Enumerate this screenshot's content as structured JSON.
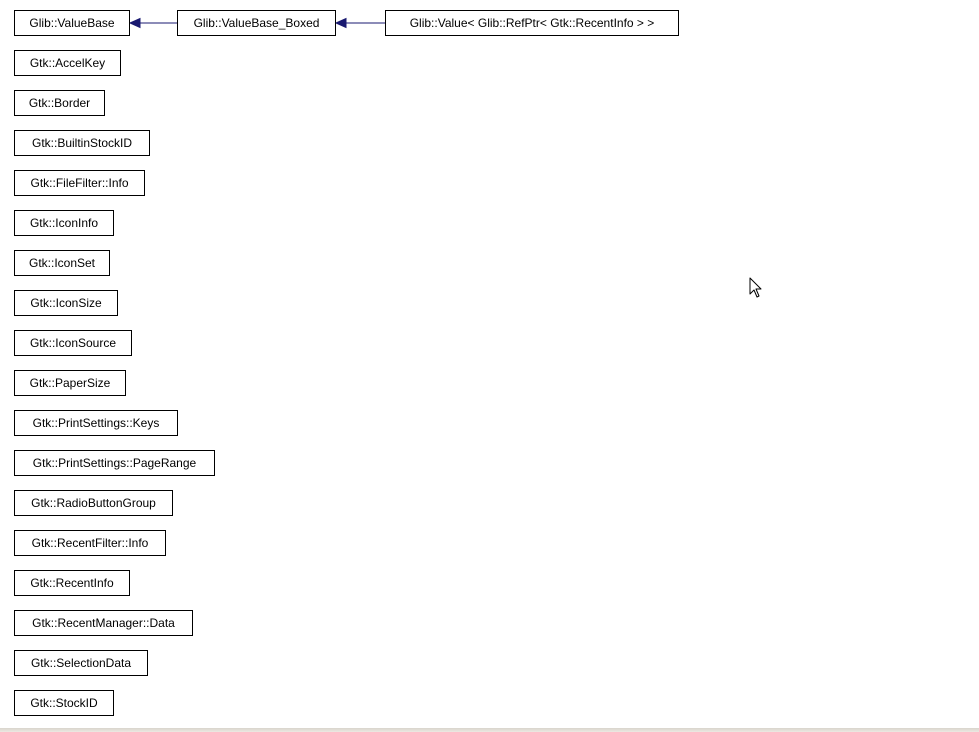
{
  "diagram": {
    "nodes": [
      {
        "id": "glib-valuebase",
        "label": "Glib::ValueBase"
      },
      {
        "id": "glib-valuebase-boxed",
        "label": "Glib::ValueBase_Boxed"
      },
      {
        "id": "glib-value-refptr-recentinfo",
        "label": "Glib::Value< Glib::RefPtr< Gtk::RecentInfo > >"
      },
      {
        "id": "gtk-accelkey",
        "label": "Gtk::AccelKey"
      },
      {
        "id": "gtk-border",
        "label": "Gtk::Border"
      },
      {
        "id": "gtk-builtinstockid",
        "label": "Gtk::BuiltinStockID"
      },
      {
        "id": "gtk-filefilter-info",
        "label": "Gtk::FileFilter::Info"
      },
      {
        "id": "gtk-iconinfo",
        "label": "Gtk::IconInfo"
      },
      {
        "id": "gtk-iconset",
        "label": "Gtk::IconSet"
      },
      {
        "id": "gtk-iconsize",
        "label": "Gtk::IconSize"
      },
      {
        "id": "gtk-iconsource",
        "label": "Gtk::IconSource"
      },
      {
        "id": "gtk-papersize",
        "label": "Gtk::PaperSize"
      },
      {
        "id": "gtk-printsettings-keys",
        "label": "Gtk::PrintSettings::Keys"
      },
      {
        "id": "gtk-printsettings-pagerange",
        "label": "Gtk::PrintSettings::PageRange"
      },
      {
        "id": "gtk-radiobuttongroup",
        "label": "Gtk::RadioButtonGroup"
      },
      {
        "id": "gtk-recentfilter-info",
        "label": "Gtk::RecentFilter::Info"
      },
      {
        "id": "gtk-recentinfo",
        "label": "Gtk::RecentInfo"
      },
      {
        "id": "gtk-recentmanager-data",
        "label": "Gtk::RecentManager::Data"
      },
      {
        "id": "gtk-selectiondata",
        "label": "Gtk::SelectionData"
      },
      {
        "id": "gtk-stockid",
        "label": "Gtk::StockID"
      }
    ],
    "edges": [
      {
        "from": "glib-valuebase-boxed",
        "to": "glib-valuebase",
        "relation": "inherits"
      },
      {
        "from": "glib-value-refptr-recentinfo",
        "to": "glib-valuebase-boxed",
        "relation": "inherits"
      }
    ],
    "colors": {
      "node_border": "#000000",
      "node_fill": "#ffffff",
      "edge": "#191970",
      "text": "#000000"
    }
  }
}
